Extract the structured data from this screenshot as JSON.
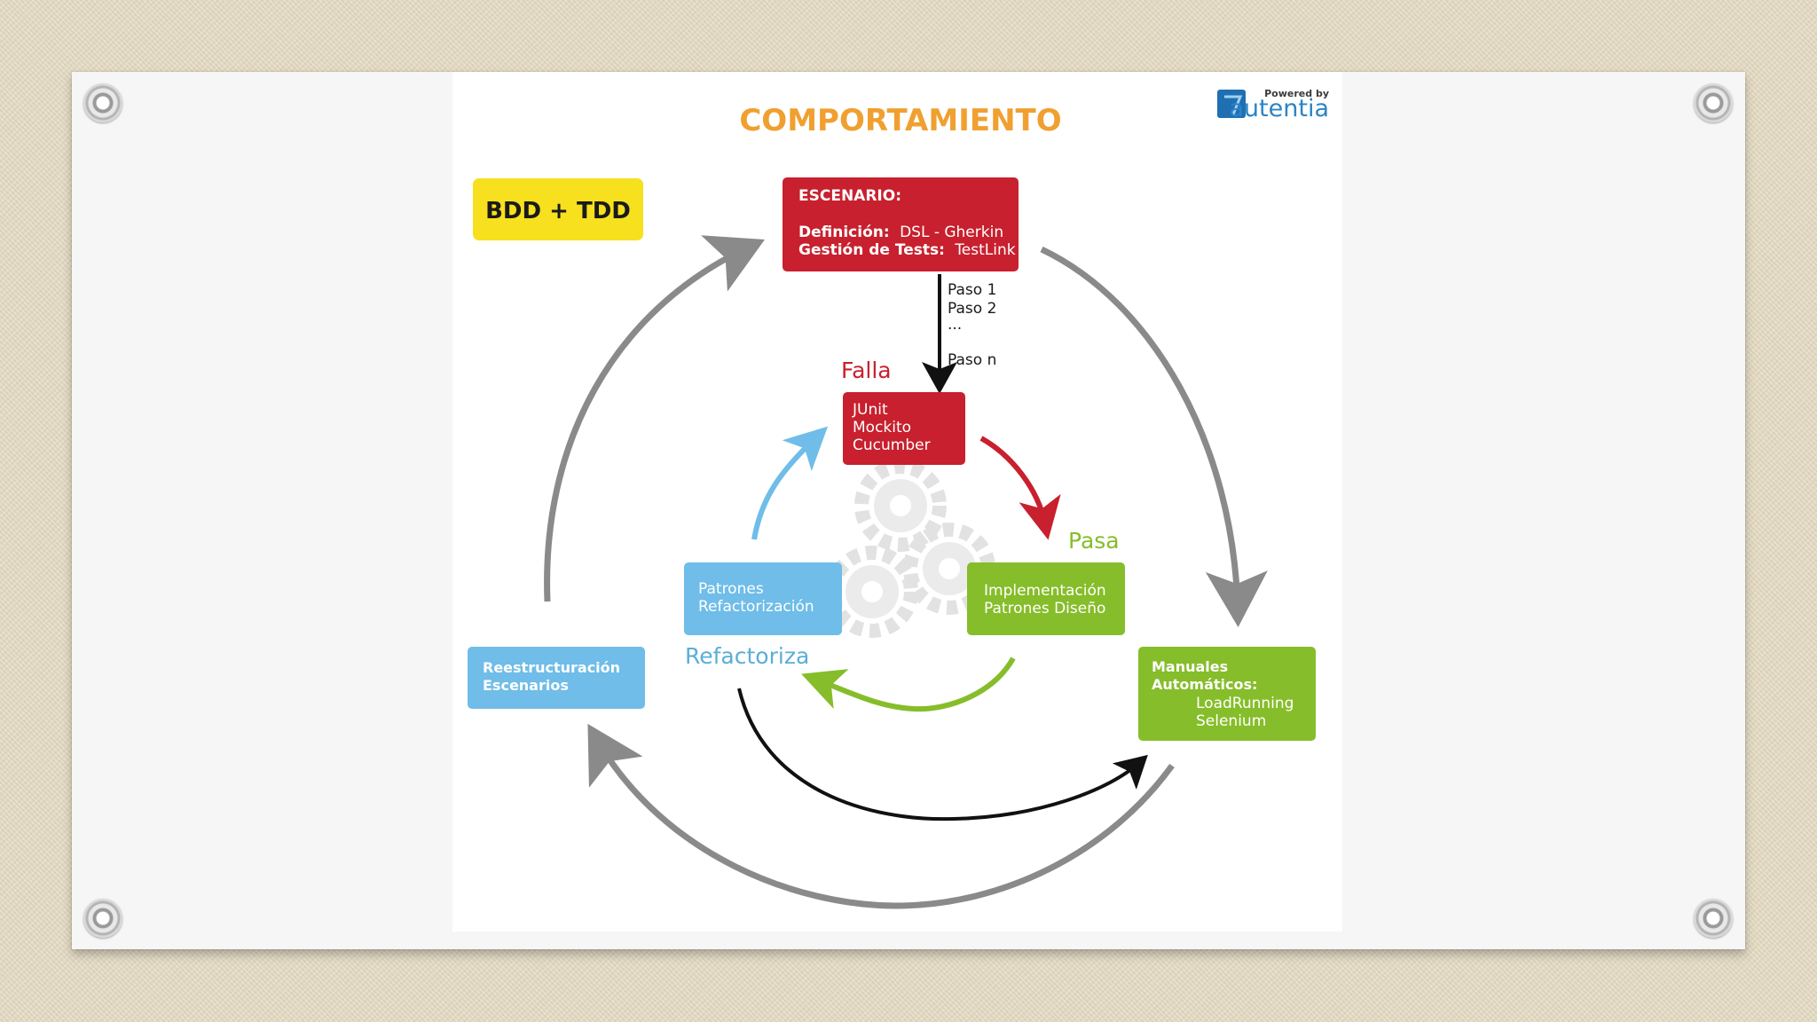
{
  "title": "COMPORTAMIENTO",
  "badge": "BDD + TDD",
  "logo": {
    "powered": "Powered by",
    "brand": "autentia"
  },
  "escenario": {
    "heading": "ESCENARIO:",
    "def_label": "Definición:",
    "def_value": "DSL - Gherkin",
    "gest_label": "Gestión de Tests:",
    "gest_value": "TestLink"
  },
  "pasos": [
    "Paso 1",
    "Paso 2",
    "...",
    "Paso n"
  ],
  "falla": {
    "label": "Falla",
    "lines": [
      "JUnit",
      "Mockito",
      "Cucumber"
    ]
  },
  "pasa": {
    "label": "Pasa",
    "lines": [
      "Implementación",
      "Patrones Diseño"
    ]
  },
  "refactoriza": {
    "label": "Refactoriza",
    "lines": [
      "Patrones",
      "Refactorización"
    ]
  },
  "reestructuracion": {
    "lines": [
      "Reestructuración",
      "Escenarios"
    ]
  },
  "manuales": {
    "lines": [
      "Manuales",
      "Automáticos:"
    ],
    "tools": [
      "LoadRunning",
      "Selenium"
    ]
  },
  "colors": {
    "title": "#f0a030",
    "badge": "#f7e01e",
    "red": "#c8202e",
    "green": "#86bd2a",
    "blue": "#6fbde8",
    "gray_arrow": "#8a8a8a",
    "black_arrow": "#111111"
  }
}
